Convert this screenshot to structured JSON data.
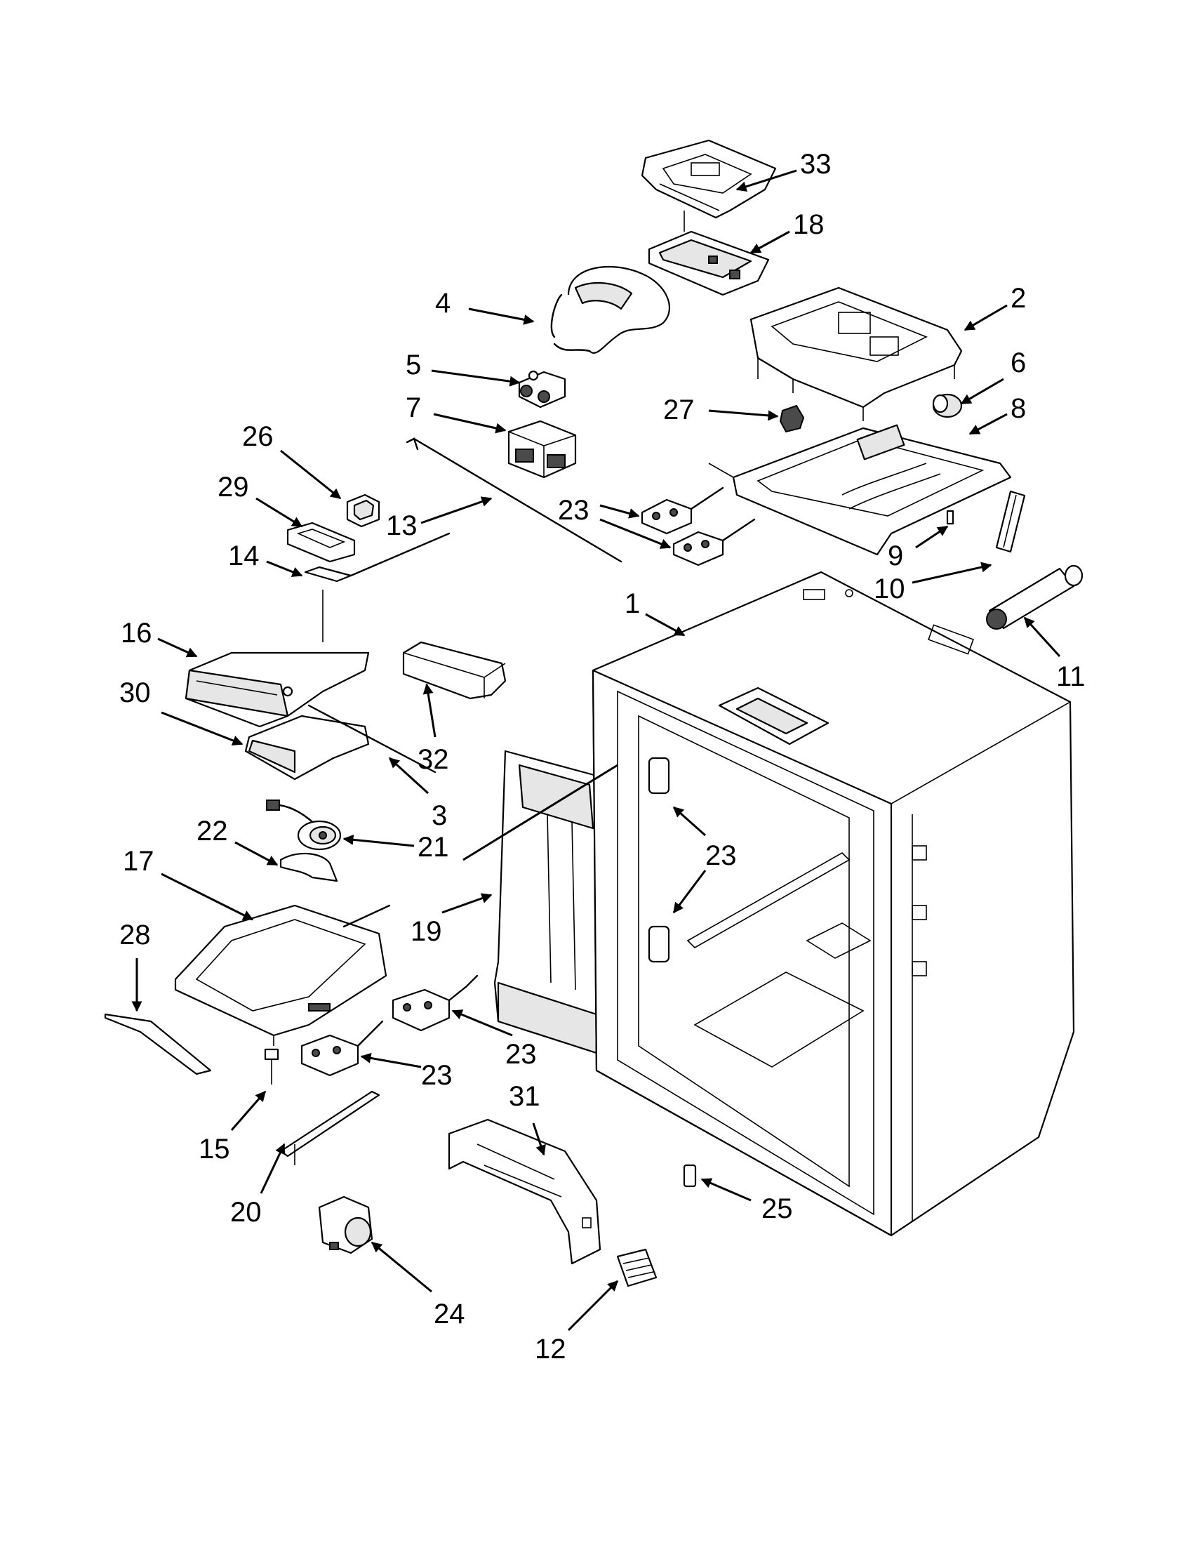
{
  "diagram": {
    "callouts": [
      {
        "id": "c1",
        "label": "1"
      },
      {
        "id": "c2",
        "label": "2"
      },
      {
        "id": "c3",
        "label": "3"
      },
      {
        "id": "c4",
        "label": "4"
      },
      {
        "id": "c5",
        "label": "5"
      },
      {
        "id": "c6",
        "label": "6"
      },
      {
        "id": "c7",
        "label": "7"
      },
      {
        "id": "c8",
        "label": "8"
      },
      {
        "id": "c9",
        "label": "9"
      },
      {
        "id": "c10",
        "label": "10"
      },
      {
        "id": "c11",
        "label": "11"
      },
      {
        "id": "c12",
        "label": "12"
      },
      {
        "id": "c13",
        "label": "13"
      },
      {
        "id": "c14",
        "label": "14"
      },
      {
        "id": "c15",
        "label": "15"
      },
      {
        "id": "c16",
        "label": "16"
      },
      {
        "id": "c17",
        "label": "17"
      },
      {
        "id": "c18",
        "label": "18"
      },
      {
        "id": "c19",
        "label": "19"
      },
      {
        "id": "c20",
        "label": "20"
      },
      {
        "id": "c21",
        "label": "21"
      },
      {
        "id": "c22",
        "label": "22"
      },
      {
        "id": "c23a",
        "label": "23"
      },
      {
        "id": "c23b",
        "label": "23"
      },
      {
        "id": "c23c",
        "label": "23"
      },
      {
        "id": "c23d",
        "label": "23"
      },
      {
        "id": "c24",
        "label": "24"
      },
      {
        "id": "c25",
        "label": "25"
      },
      {
        "id": "c26",
        "label": "26"
      },
      {
        "id": "c27",
        "label": "27"
      },
      {
        "id": "c28",
        "label": "28"
      },
      {
        "id": "c29",
        "label": "29"
      },
      {
        "id": "c30",
        "label": "30"
      },
      {
        "id": "c31",
        "label": "31"
      },
      {
        "id": "c32",
        "label": "32"
      },
      {
        "id": "c33",
        "label": "33"
      }
    ]
  }
}
